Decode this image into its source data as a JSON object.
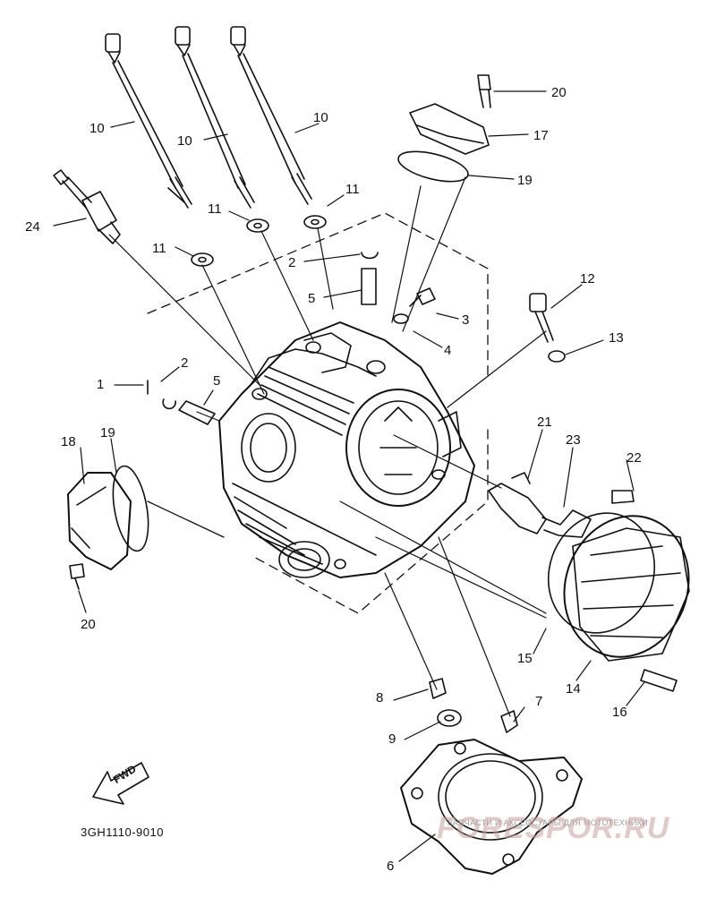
{
  "diagram": {
    "part_labels": [
      {
        "id": "l1",
        "text": "1"
      },
      {
        "id": "l2a",
        "text": "2"
      },
      {
        "id": "l2b",
        "text": "2"
      },
      {
        "id": "l3",
        "text": "3"
      },
      {
        "id": "l4",
        "text": "4"
      },
      {
        "id": "l5a",
        "text": "5"
      },
      {
        "id": "l5b",
        "text": "5"
      },
      {
        "id": "l6",
        "text": "6"
      },
      {
        "id": "l7",
        "text": "7"
      },
      {
        "id": "l8",
        "text": "8"
      },
      {
        "id": "l9",
        "text": "9"
      },
      {
        "id": "l10a",
        "text": "10"
      },
      {
        "id": "l10b",
        "text": "10"
      },
      {
        "id": "l10c",
        "text": "10"
      },
      {
        "id": "l11a",
        "text": "11"
      },
      {
        "id": "l11b",
        "text": "11"
      },
      {
        "id": "l11c",
        "text": "11"
      },
      {
        "id": "l12",
        "text": "12"
      },
      {
        "id": "l13",
        "text": "13"
      },
      {
        "id": "l14",
        "text": "14"
      },
      {
        "id": "l15",
        "text": "15"
      },
      {
        "id": "l16",
        "text": "16"
      },
      {
        "id": "l17",
        "text": "17"
      },
      {
        "id": "l18",
        "text": "18"
      },
      {
        "id": "l19a",
        "text": "19"
      },
      {
        "id": "l19b",
        "text": "19"
      },
      {
        "id": "l20a",
        "text": "20"
      },
      {
        "id": "l20b",
        "text": "20"
      },
      {
        "id": "l21",
        "text": "21"
      },
      {
        "id": "l22",
        "text": "22"
      },
      {
        "id": "l23",
        "text": "23"
      },
      {
        "id": "l24",
        "text": "24"
      }
    ],
    "fwd_label": "FWD",
    "diagram_code": "3GH1110-9010"
  },
  "watermark": {
    "subtitle": "ЗАПЧАСТИ И АКСЕССУАРЫ ДЛЯ МОТОТЕХНИКИ",
    "brand": "FORESPOR.RU"
  },
  "colors": {
    "ink": "#111111",
    "watermark": "#c8a0a0"
  }
}
